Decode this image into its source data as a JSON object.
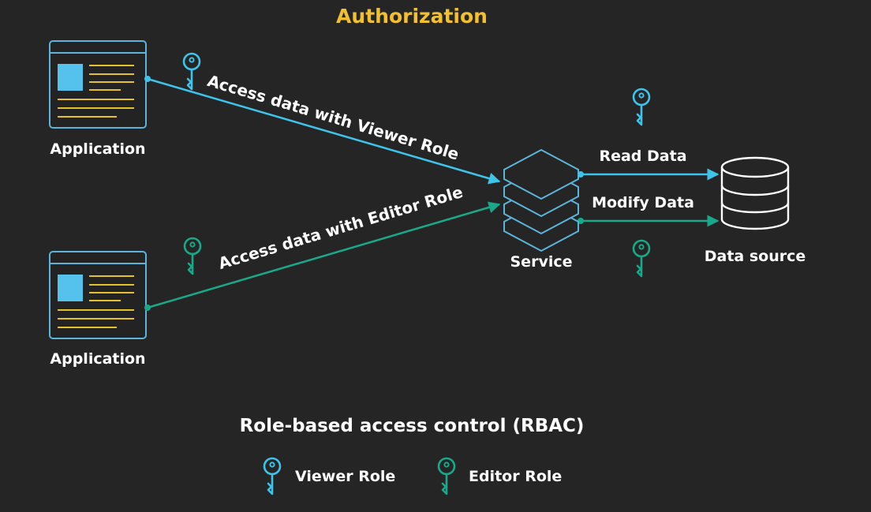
{
  "title": "Authorization",
  "nodes": {
    "app_top": "Application",
    "app_bottom": "Application",
    "service": "Service",
    "data_source": "Data source"
  },
  "edges": {
    "viewer_access": "Access data with Viewer Role",
    "editor_access": "Access data with Editor Role",
    "read_data": "Read Data",
    "modify_data": "Modify Data"
  },
  "legend": {
    "heading": "Role-based access control (RBAC)",
    "viewer": "Viewer Role",
    "editor": "Editor Role"
  },
  "colors": {
    "background": "#252525",
    "title": "#f0c030",
    "viewer": "#3ec3ea",
    "editor": "#17a98a",
    "app_frame": "#5cb4da",
    "app_accent": "#55c2ee",
    "app_lines": "#e7c12c",
    "text": "#ffffff"
  },
  "icons": {
    "viewer_key": "key-icon",
    "editor_key": "key-icon",
    "application": "app-window-icon",
    "service": "server-stack-icon",
    "data_source": "database-icon"
  }
}
